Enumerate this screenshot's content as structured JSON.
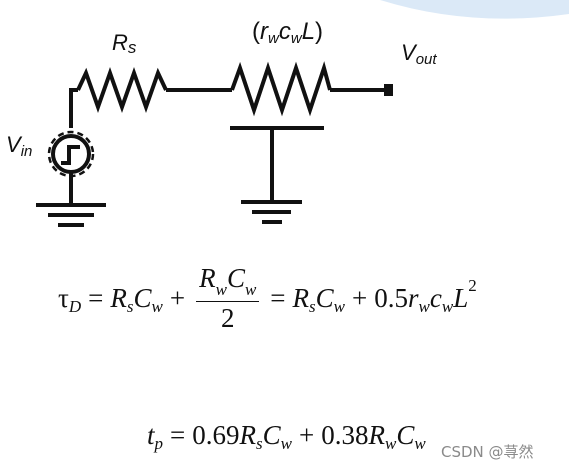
{
  "schematic": {
    "source_label": {
      "main": "V",
      "sub": "in"
    },
    "rs_label": {
      "main": "R",
      "sub": "s"
    },
    "wire_label": "(r wc wL)",
    "wire_label_parts": {
      "open": "(",
      "r": "r",
      "r_sub": "w",
      "c": "c",
      "c_sub": "w",
      "L": "L",
      "close": ")"
    },
    "out_label": {
      "main": "V",
      "sub": "out"
    }
  },
  "equations": {
    "tau": {
      "lhs": "τ",
      "lhs_sub": "D",
      "eq1": "=",
      "t1": "R",
      "t1_sub": "s",
      "t1b": "C",
      "t1b_sub": "w",
      "plus1": "+",
      "frac_num_a": "R",
      "frac_num_a_sub": "w",
      "frac_num_b": "C",
      "frac_num_b_sub": "w",
      "frac_den": "2",
      "eq2": "=",
      "t2": "R",
      "t2_sub": "s",
      "t2b": "C",
      "t2b_sub": "w",
      "plus2": "+",
      "coef": "0.5",
      "t3a": "r",
      "t3a_sub": "w",
      "t3b": "c",
      "t3b_sub": "w",
      "t3c": "L",
      "t3c_sup": "2"
    },
    "tp": {
      "lhs": "t",
      "lhs_sub": "p",
      "eq": "=",
      "coef1": "0.69",
      "t1": "R",
      "t1_sub": "s",
      "t1b": "C",
      "t1b_sub": "w",
      "plus": "+",
      "coef2": "0.38",
      "t2": "R",
      "t2_sub": "w",
      "t2b": "C",
      "t2b_sub": "w"
    }
  },
  "watermark": "CSDN @荨然",
  "colors": {
    "ink": "#111111",
    "accent": "#dbe9f7",
    "watermark": "#8a8a8a"
  }
}
